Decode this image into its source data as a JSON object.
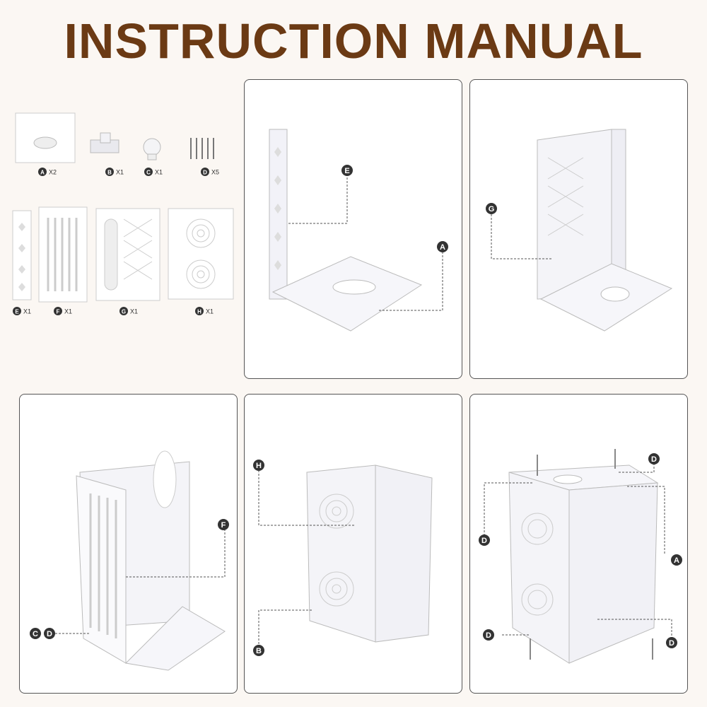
{
  "title": "INSTRUCTION MANUAL",
  "parts": [
    {
      "letter": "A",
      "qty": "X2",
      "name": "base-plate"
    },
    {
      "letter": "B",
      "qty": "X1",
      "name": "bracket"
    },
    {
      "letter": "C",
      "qty": "X1",
      "name": "knob"
    },
    {
      "letter": "D",
      "qty": "X5",
      "name": "screws"
    },
    {
      "letter": "E",
      "qty": "X1",
      "name": "side-strip"
    },
    {
      "letter": "F",
      "qty": "X1",
      "name": "slotted-panel"
    },
    {
      "letter": "G",
      "qty": "X1",
      "name": "lattice-panel"
    },
    {
      "letter": "H",
      "qty": "X1",
      "name": "vent-panel"
    }
  ],
  "steps": [
    {
      "labels": [
        "E",
        "A"
      ]
    },
    {
      "labels": [
        "G"
      ]
    },
    {
      "labels": [
        "F",
        "C",
        "D"
      ]
    },
    {
      "labels": [
        "H",
        "B"
      ]
    },
    {
      "labels": [
        "D",
        "D",
        "A",
        "D",
        "D"
      ]
    }
  ],
  "colors": {
    "title": "#6b3a14",
    "badge": "#333333",
    "panel_border": "#555555"
  }
}
